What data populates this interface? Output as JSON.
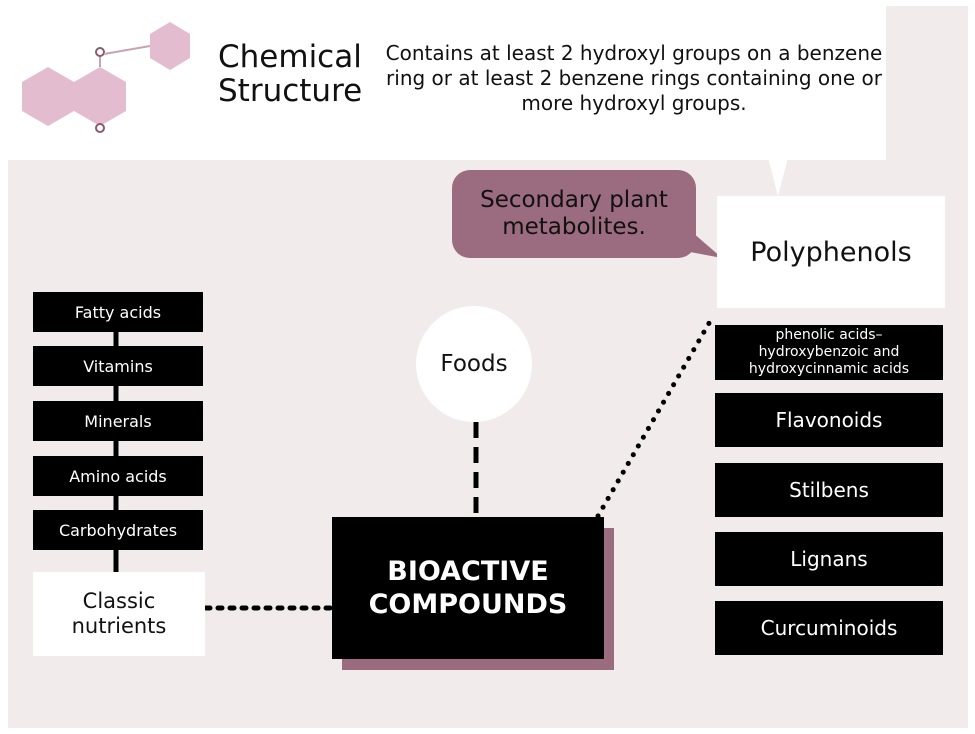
{
  "header": {
    "title_line1": "Chemical",
    "title_line2": "Structure",
    "description": "Contains at least 2 hydroxyl groups on a benzene ring or at least 2 benzene rings containing one or more hydroxyl groups."
  },
  "colors": {
    "background": "#f1ebec",
    "accent": "#9b6b7f",
    "molecule": "#e3bccf",
    "block": "#000000"
  },
  "left_chain": [
    "Fatty acids",
    "Vitamins",
    "Minerals",
    "Amino acids",
    "Carbohydrates"
  ],
  "classic_nutrients": "Classic nutrients",
  "foods": "Foods",
  "bioactive_line1": "BIOACTIVE",
  "bioactive_line2": "COMPOUNDS",
  "bubble": "Secondary plant metabolites.",
  "polyphenols": "Polyphenols",
  "right_list": [
    "phenolic acids–hydroxybenzoic and hydroxycinnamic acids",
    "Flavonoids",
    "Stilbens",
    "Lignans",
    "Curcuminoids"
  ],
  "icons": [
    "molecule-icon"
  ]
}
